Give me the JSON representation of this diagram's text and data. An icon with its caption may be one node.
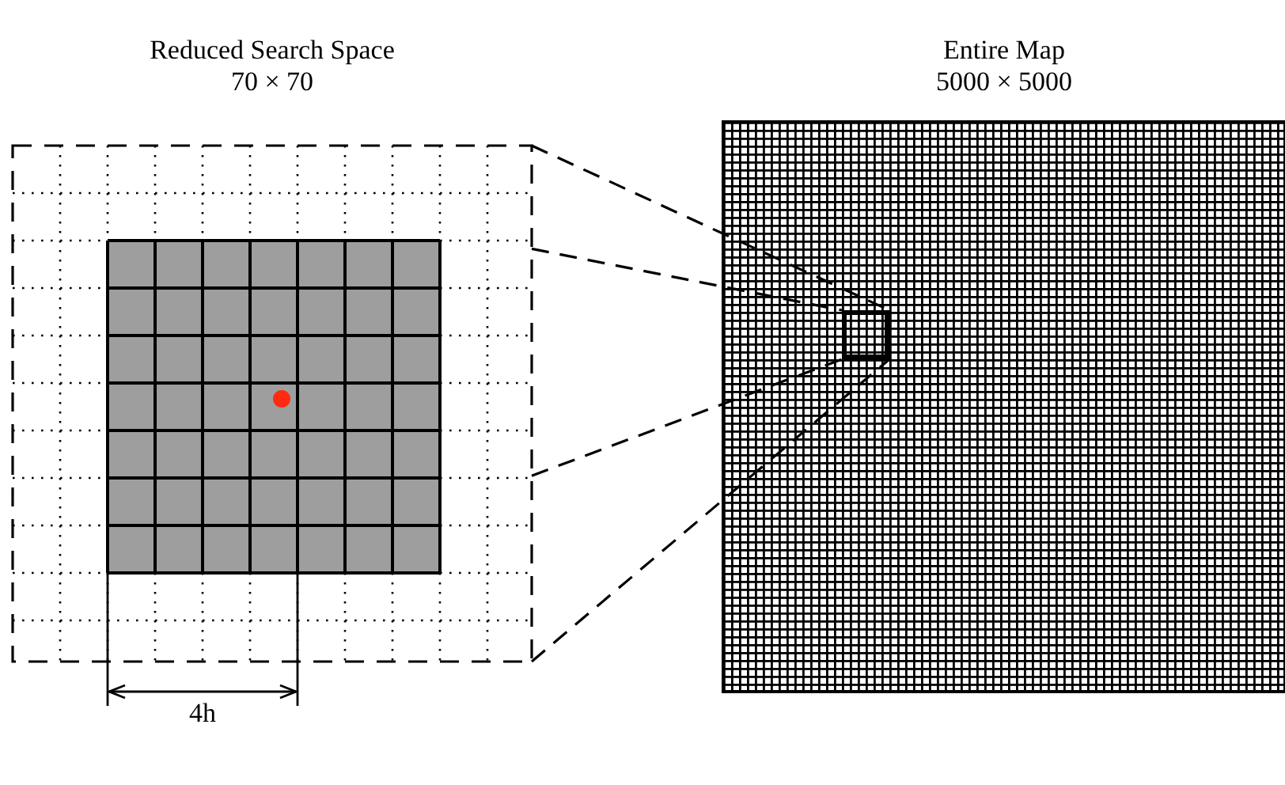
{
  "diagram": {
    "nodes": [
      {
        "text": [
          "Reduced Search Space",
          "70 × 70"
        ]
      },
      {
        "text": [
          "Entire Map",
          "5000 × 5000"
        ]
      },
      {
        "text": [],
        "shape": "box",
        "in": 1
      }
    ],
    "edges": [
      {
        "from": 0,
        "to": 2,
        "arrow": "none",
        "style": "dashed"
      },
      {
        "from": 0,
        "to": 2,
        "arrow": "none",
        "style": "dashed"
      },
      {
        "from": 0,
        "to": 2,
        "arrow": "none",
        "style": "dashed"
      },
      {
        "from": 0,
        "to": 2,
        "arrow": "none",
        "style": "dashed"
      }
    ],
    "labels": [
      "4h"
    ]
  }
}
